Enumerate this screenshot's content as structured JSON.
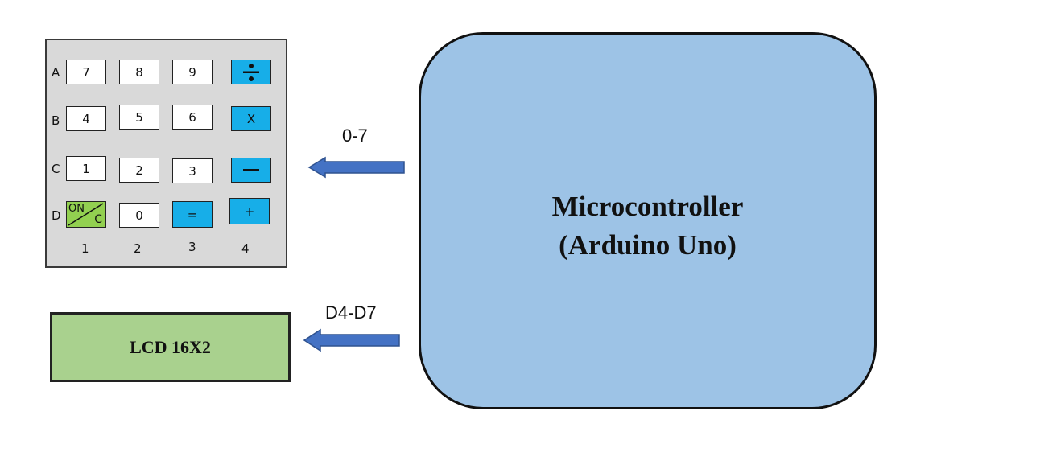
{
  "keypad": {
    "row_labels": [
      "A",
      "B",
      "C",
      "D"
    ],
    "col_labels": [
      "1",
      "2",
      "3",
      "4"
    ],
    "keys": [
      [
        "7",
        "8",
        "9",
        "÷"
      ],
      [
        "4",
        "5",
        "6",
        "X"
      ],
      [
        "1",
        "2",
        "3",
        "—"
      ],
      [
        "ON/C",
        "0",
        "=",
        "+"
      ]
    ],
    "on_key": {
      "top": "ON",
      "bottom": "C"
    },
    "colors": {
      "operator": "#17aee8",
      "on_key": "#92d050",
      "panel": "#d9d9d9"
    }
  },
  "microcontroller": {
    "line1": "Microcontroller",
    "line2": "(Arduino Uno)",
    "color": "#9dc3e6"
  },
  "lcd": {
    "label": "LCD 16X2",
    "color": "#a9d18e"
  },
  "connections": {
    "keypad_label": "0-7",
    "lcd_label": "D4-D7",
    "arrow_color": "#4472c4"
  }
}
